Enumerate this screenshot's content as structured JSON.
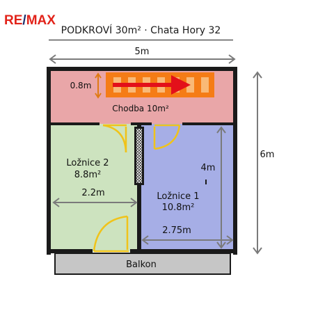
{
  "brand": {
    "logo_re": "RE",
    "logo_slash": "/",
    "logo_max": "MAX"
  },
  "header": {
    "title": "PODKROVÍ 30m² · Chata Hory 32"
  },
  "plan": {
    "dim_top": "5m",
    "dim_right": "6m",
    "corridor": {
      "label": "Chodba 10m²",
      "height_dim": "0.8m"
    },
    "room_left": {
      "name": "Ložnice 2",
      "area": "8.8m²",
      "width_dim": "2.2m"
    },
    "room_right": {
      "name": "Ložnice 1",
      "area": "10.8m²",
      "width_dim": "2.75m",
      "height_dim": "4m"
    },
    "balcony": {
      "label": "Balkon"
    }
  },
  "colors": {
    "corridor": "#e9a6a8",
    "room_left": "#cde3bf",
    "room_right": "#a6aee6",
    "balcony": "#c6c6c6",
    "wall": "#1a1a1a",
    "stairs": "#f57c16",
    "arrow": "#e3101a",
    "door": "#f0c31a",
    "dimension": "#7a7a7a"
  }
}
